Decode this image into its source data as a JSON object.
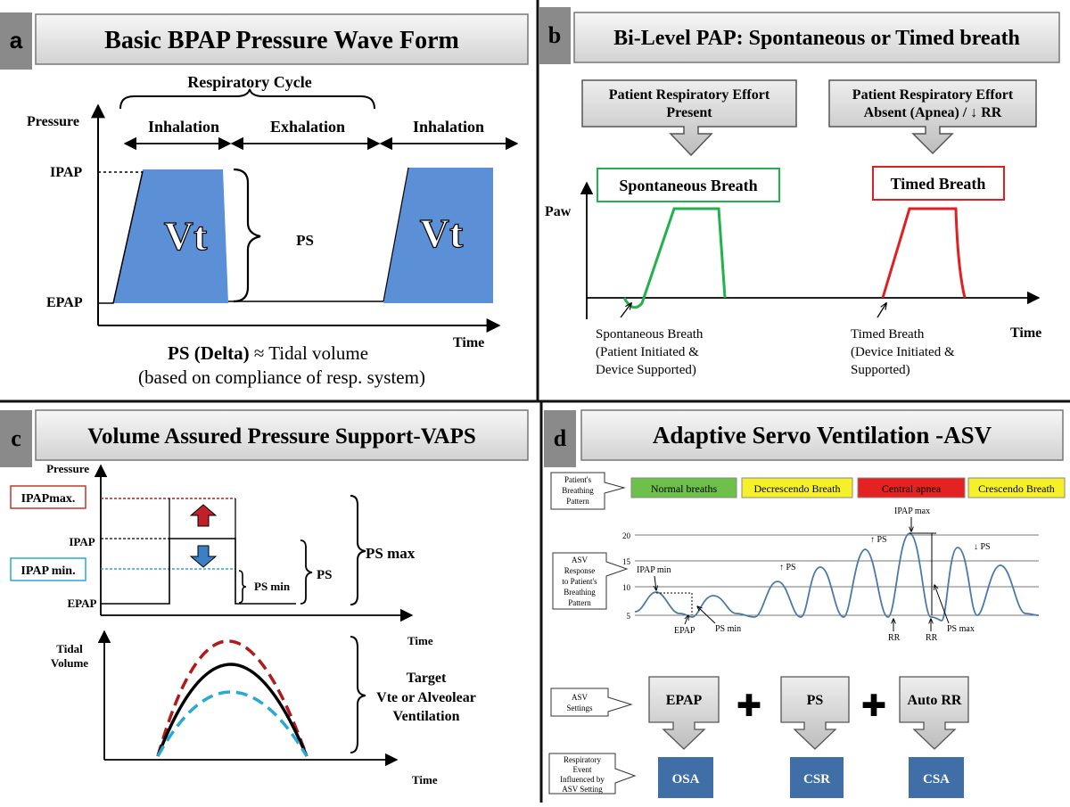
{
  "panel_a": {
    "letter": "a",
    "title": "Basic BPAP Pressure Wave Form",
    "respiratory_cycle": "Respiratory Cycle",
    "inhalation": "Inhalation",
    "exhalation": "Exhalation",
    "inhalation2": "Inhalation",
    "pressure": "Pressure",
    "ipap": "IPAP",
    "epap": "EPAP",
    "vt": "Vt",
    "ps": "PS",
    "time": "Time",
    "caption_bold": "PS (Delta)",
    "caption_rest": " ≈ Tidal volume",
    "caption2": "(based on compliance of resp. system)",
    "fill_color": "#5b8fd6"
  },
  "panel_b": {
    "letter": "b",
    "title": "Bi-Level PAP: Spontaneous or Timed breath",
    "box1_line1": "Patient Respiratory Effort",
    "box1_line2": "Present",
    "box2_line1": "Patient Respiratory Effort",
    "box2_line2": "Absent (Apnea) / ↓ RR",
    "spontaneous": "Spontaneous Breath",
    "timed": "Timed Breath",
    "paw": "Paw",
    "time": "Time",
    "sp_note1": "Spontaneous Breath",
    "sp_note2": "(Patient Initiated &",
    "sp_note3": "Device Supported)",
    "tb_note1": "Timed Breath",
    "tb_note2": "(Device Initiated &",
    "tb_note3": "Supported)",
    "green": "#22b14c",
    "red": "#e02020"
  },
  "panel_c": {
    "letter": "c",
    "title": "Volume Assured Pressure Support-VAPS",
    "pressure": "Pressure",
    "ipapmax": "IPAPmax.",
    "ipap": "IPAP",
    "ipapmin": "IPAP min.",
    "epap": "EPAP",
    "psmin": "PS min",
    "ps": "PS",
    "psmax": "PS max",
    "time1": "Time",
    "tidal1": "Tidal",
    "tidal2": "Volume",
    "target1": "Target",
    "target2": "Vte or Alveolear",
    "target3": "Ventilation",
    "time2": "Time"
  },
  "panel_d": {
    "letter": "d",
    "title": "Adaptive Servo Ventilation -ASV",
    "callout1": [
      "Patient's",
      "Breathing",
      "Pattern"
    ],
    "patterns": [
      {
        "label": "Normal breaths",
        "color": "#6dc04a"
      },
      {
        "label": "Decrescendo Breath",
        "color": "#f5f02a"
      },
      {
        "label": "Central apnea",
        "color": "#e52222"
      },
      {
        "label": "Crescendo Breath",
        "color": "#f5f02a"
      }
    ],
    "callout2": [
      "ASV",
      "Response",
      "to Patient's",
      "Breathing",
      "Pattern"
    ],
    "yticks": [
      "20",
      "15",
      "10",
      "5"
    ],
    "labels": {
      "ipap_min": "IPAP min",
      "epap": "EPAP",
      "ps_min": "PS min",
      "up_ps1": "↑ PS",
      "up_ps2": "↑ PS",
      "ipap_max": "IPAP max",
      "down_ps": "↓ PS",
      "rr1": "RR",
      "rr2": "RR",
      "ps_max": "PS max"
    },
    "callout3": [
      "ASV",
      "Settings"
    ],
    "settings": [
      "EPAP",
      "PS",
      "Auto RR"
    ],
    "plus": "✚",
    "callout4": [
      "Respiratory",
      "Event",
      "Influenced by",
      "ASV Setting"
    ],
    "events": [
      "OSA",
      "CSR",
      "CSA"
    ],
    "event_color": "#3f6fa6"
  }
}
